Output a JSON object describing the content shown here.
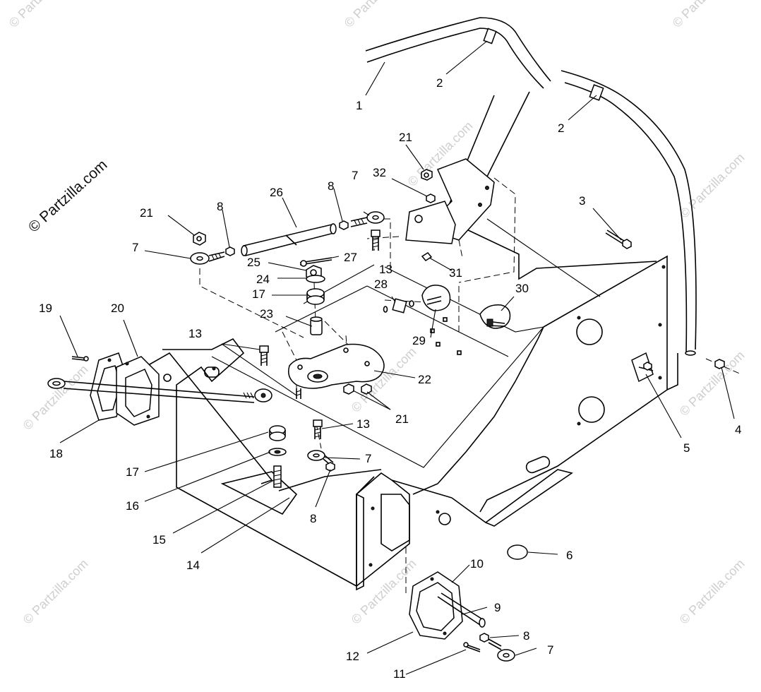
{
  "watermark": {
    "main": "© Partzilla.com",
    "faint": "© Partzilla.com"
  },
  "callouts": [
    {
      "id": "c1",
      "label": "1"
    },
    {
      "id": "c2a",
      "label": "2"
    },
    {
      "id": "c2b",
      "label": "2"
    },
    {
      "id": "c3",
      "label": "3"
    },
    {
      "id": "c4",
      "label": "4"
    },
    {
      "id": "c5",
      "label": "5"
    },
    {
      "id": "c6",
      "label": "6"
    },
    {
      "id": "c7a",
      "label": "7"
    },
    {
      "id": "c7b",
      "label": "7"
    },
    {
      "id": "c7c",
      "label": "7"
    },
    {
      "id": "c7d",
      "label": "7"
    },
    {
      "id": "c8a",
      "label": "8"
    },
    {
      "id": "c8b",
      "label": "8"
    },
    {
      "id": "c8c",
      "label": "8"
    },
    {
      "id": "c8d",
      "label": "8"
    },
    {
      "id": "c9",
      "label": "9"
    },
    {
      "id": "c10",
      "label": "10"
    },
    {
      "id": "c11",
      "label": "11"
    },
    {
      "id": "c12",
      "label": "12"
    },
    {
      "id": "c13a",
      "label": "13"
    },
    {
      "id": "c13b",
      "label": "13"
    },
    {
      "id": "c13c",
      "label": "13"
    },
    {
      "id": "c14",
      "label": "14"
    },
    {
      "id": "c15",
      "label": "15"
    },
    {
      "id": "c16",
      "label": "16"
    },
    {
      "id": "c17a",
      "label": "17"
    },
    {
      "id": "c17b",
      "label": "17"
    },
    {
      "id": "c18",
      "label": "18"
    },
    {
      "id": "c19",
      "label": "19"
    },
    {
      "id": "c20",
      "label": "20"
    },
    {
      "id": "c21a",
      "label": "21"
    },
    {
      "id": "c21b",
      "label": "21"
    },
    {
      "id": "c21c",
      "label": "21"
    },
    {
      "id": "c22",
      "label": "22"
    },
    {
      "id": "c23",
      "label": "23"
    },
    {
      "id": "c24",
      "label": "24"
    },
    {
      "id": "c25",
      "label": "25"
    },
    {
      "id": "c26",
      "label": "26"
    },
    {
      "id": "c27",
      "label": "27"
    },
    {
      "id": "c28",
      "label": "28"
    },
    {
      "id": "c29",
      "label": "29"
    },
    {
      "id": "c30",
      "label": "30"
    },
    {
      "id": "c31",
      "label": "31"
    },
    {
      "id": "c32",
      "label": "32"
    }
  ]
}
